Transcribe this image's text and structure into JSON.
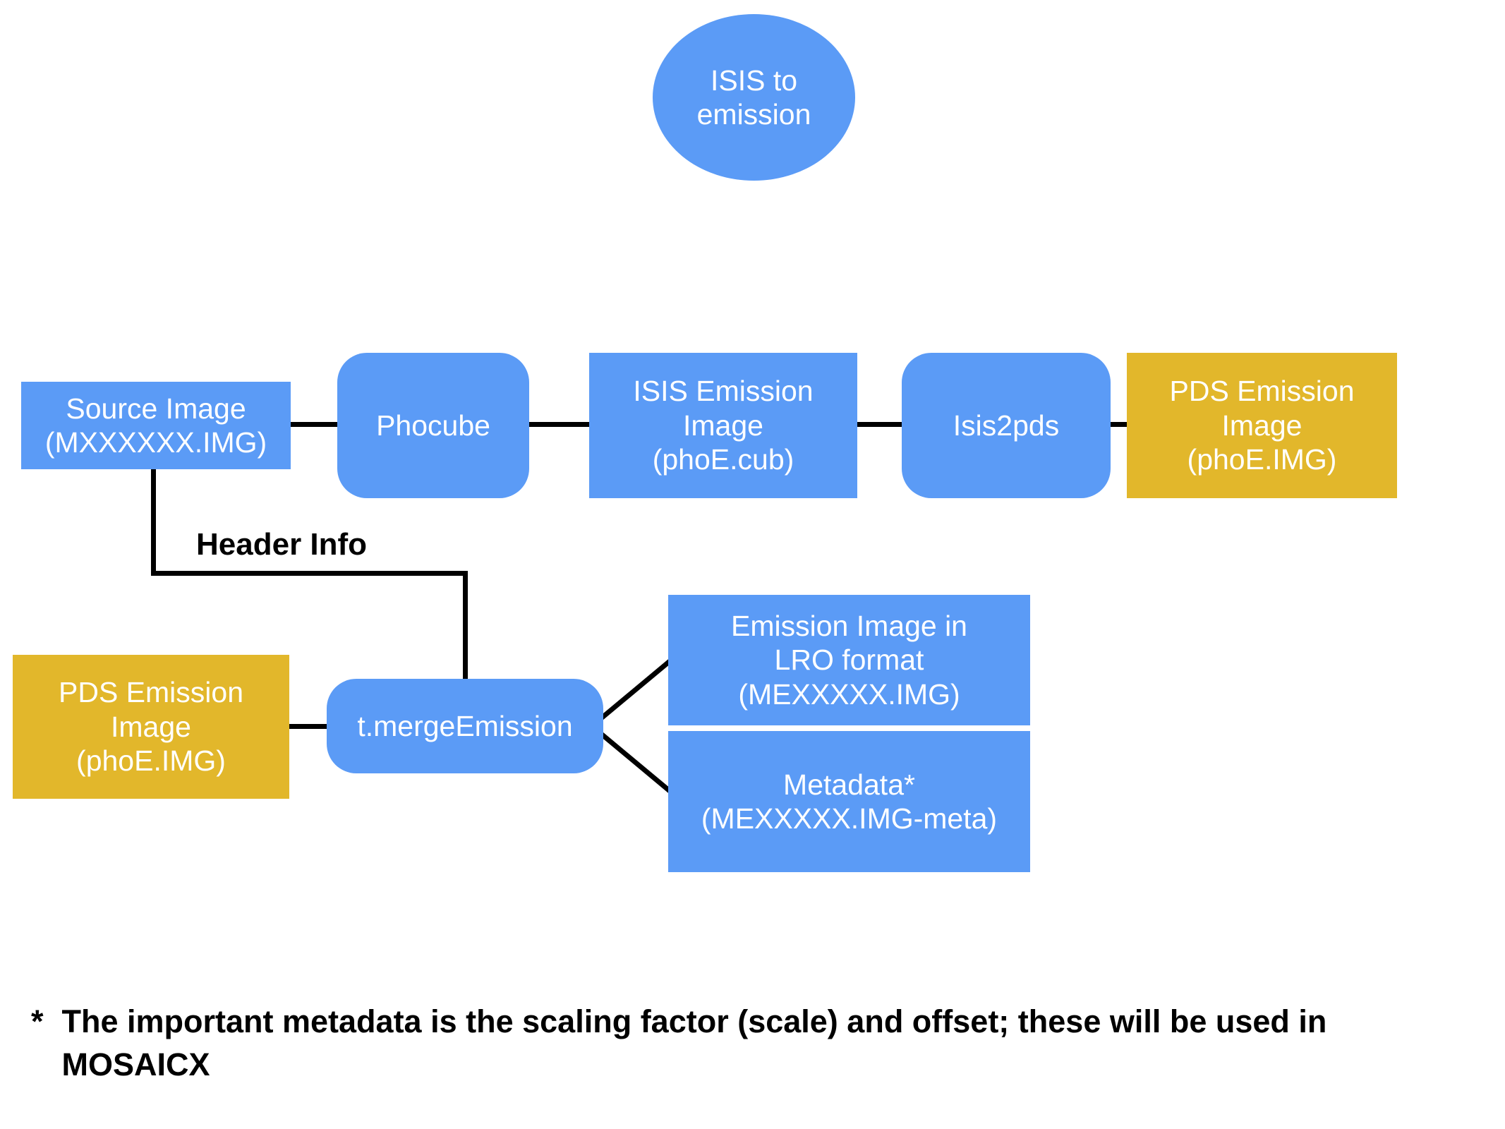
{
  "diagram": {
    "title_node": {
      "label": "ISIS to\nemission",
      "shape": "ellipse",
      "color": "#5b9bf6"
    },
    "nodes": [
      {
        "id": "source-image",
        "label": "Source Image\n(MXXXXXX.IMG)",
        "shape": "rectangle",
        "color": "#5b9bf6"
      },
      {
        "id": "phocube",
        "label": "Phocube",
        "shape": "rounded-rectangle",
        "color": "#5b9bf6"
      },
      {
        "id": "isis-emission-image",
        "label": "ISIS Emission\nImage\n(phoE.cub)",
        "shape": "rectangle",
        "color": "#5b9bf6"
      },
      {
        "id": "isis2pds",
        "label": "Isis2pds",
        "shape": "rounded-rectangle",
        "color": "#5b9bf6"
      },
      {
        "id": "pds-emission-image-top",
        "label": "PDS Emission\nImage\n(phoE.IMG)",
        "shape": "rectangle",
        "color": "#e2b72b"
      },
      {
        "id": "pds-emission-image-bottom",
        "label": "PDS Emission\nImage\n(phoE.IMG)",
        "shape": "rectangle",
        "color": "#e2b72b"
      },
      {
        "id": "merge-emission",
        "label": "t.mergeEmission",
        "shape": "rounded-rectangle",
        "color": "#5b9bf6"
      },
      {
        "id": "emission-lro",
        "label": "Emission Image in\nLRO format\n(MEXXXXX.IMG)",
        "shape": "rectangle",
        "color": "#5b9bf6"
      },
      {
        "id": "metadata",
        "label": "Metadata*\n(MEXXXXX.IMG-meta)",
        "shape": "rectangle",
        "color": "#5b9bf6"
      }
    ],
    "edge_labels": [
      {
        "id": "header-info",
        "label": "Header Info"
      }
    ],
    "footnote": {
      "marker": "*",
      "text": "The important metadata is the scaling factor (scale) and offset; these will be used in MOSAICX"
    }
  }
}
